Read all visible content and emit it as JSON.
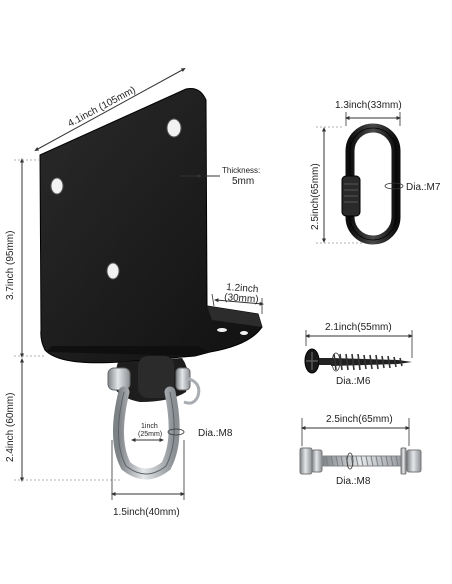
{
  "bracket": {
    "width_label": "4.1inch (105mm)",
    "thickness_title": "Thickness:",
    "thickness_value": "5mm",
    "flange_label_line1": "1.2inch",
    "flange_label_line2": "(30mm)",
    "height_label": "3.7inch (95mm)",
    "shackle_height_label": "2.4inch (60mm)",
    "shackle_width_label": "1.5inch(40mm)",
    "pin_label_line1": "1inch",
    "pin_label_line2": "(25mm)",
    "pin_dia_label": "Dia.:M8"
  },
  "quick_link": {
    "width_label": "1.3inch(33mm)",
    "height_label": "2.5inch(65mm)",
    "dia_label": "Dia.:M7"
  },
  "screw": {
    "length_label": "2.1inch(55mm)",
    "dia_label": "Dia.:M6"
  },
  "bolt": {
    "length_label": "2.5inch(65mm)",
    "dia_label": "Dia.:M8"
  },
  "colors": {
    "bracket": "#1b1b1b",
    "steel": "#b8bcc0",
    "dimension_line": "#333333"
  }
}
